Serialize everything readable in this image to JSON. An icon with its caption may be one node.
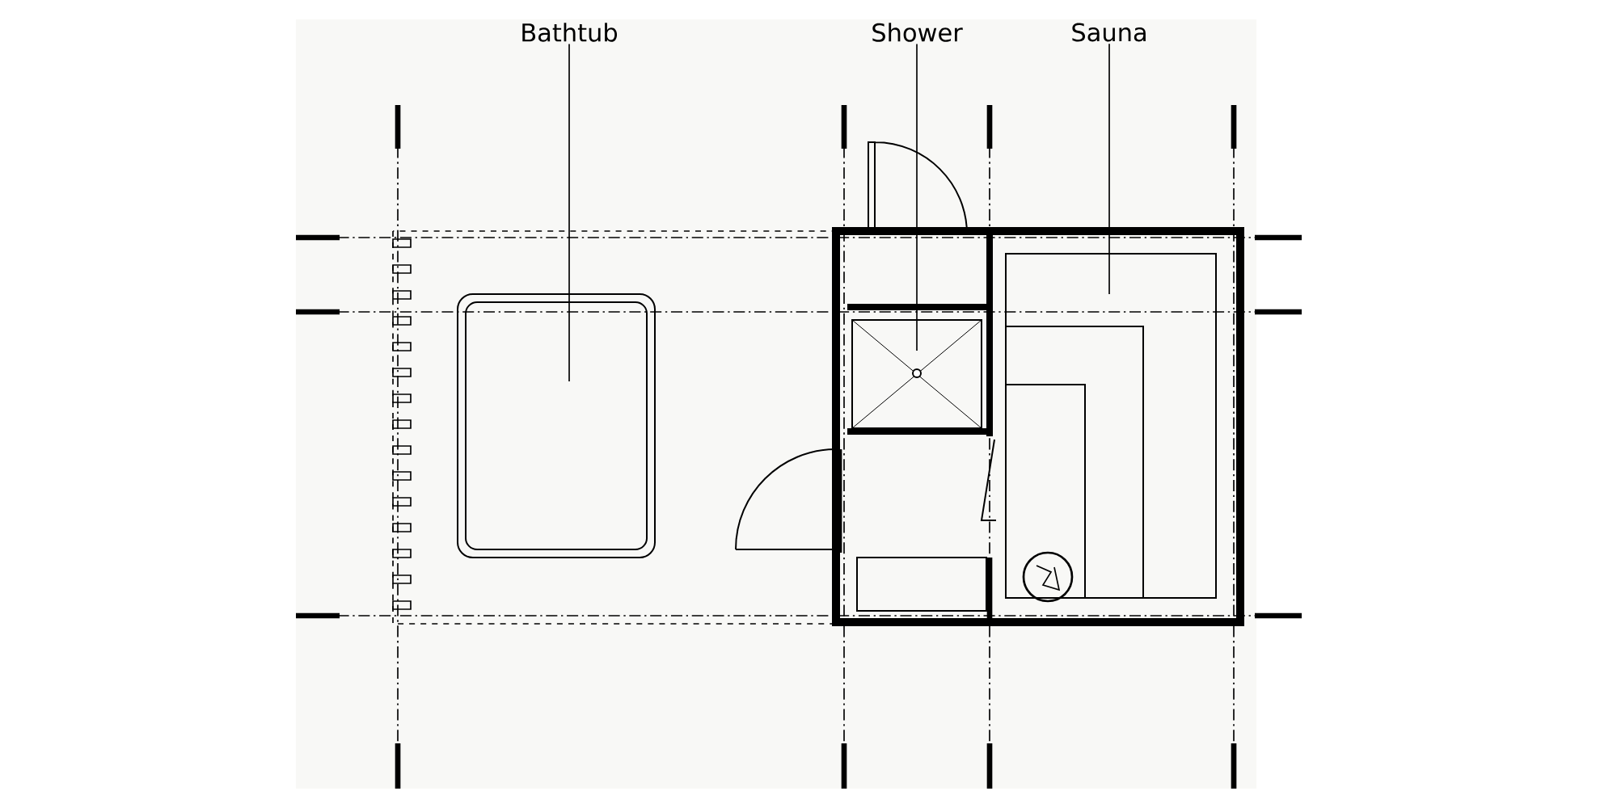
{
  "diagram": {
    "nodes": [
      {
        "text": [
          "Bathtub"
        ]
      },
      {
        "text": [
          "Shower"
        ]
      },
      {
        "text": [
          "Sauna"
        ]
      },
      {
        "text": [],
        "shape": "box"
      },
      {
        "text": [],
        "shape": "box"
      },
      {
        "text": [],
        "shape": "box"
      }
    ],
    "edges": [
      {
        "from": 0,
        "to": 3,
        "arrow": "none"
      },
      {
        "from": 1,
        "to": 4,
        "arrow": "none"
      },
      {
        "from": 2,
        "to": 5,
        "arrow": "none"
      }
    ]
  }
}
